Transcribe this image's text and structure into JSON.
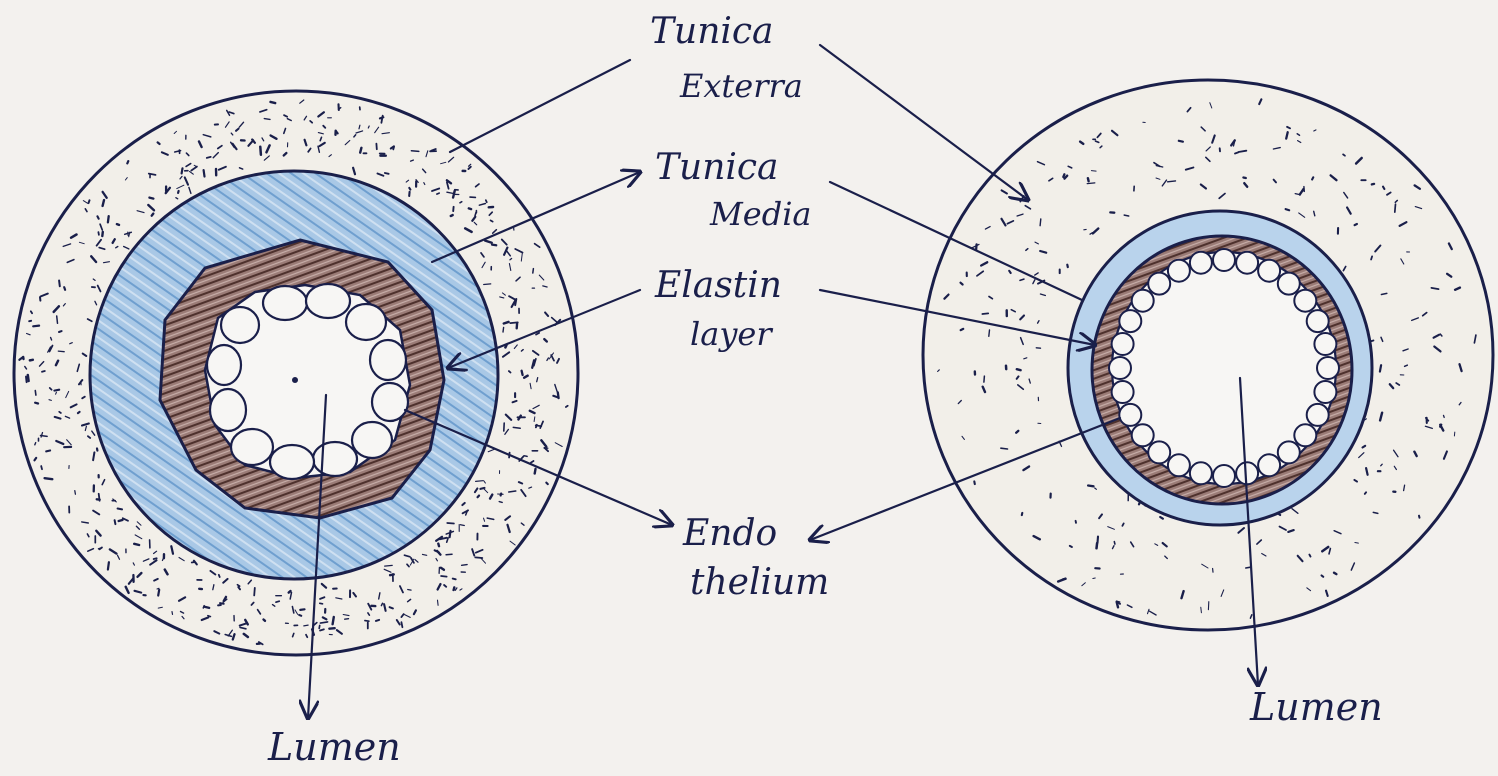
{
  "colors": {
    "ink": "#1a1f4a",
    "paper": "#f3f1ee",
    "media_blue": "#8fb6db",
    "media_blue_light": "#b9d3ec",
    "elastin_brown": "#6b4a44",
    "elastin_brown_light": "#a98a85",
    "lumen": "#f7f6f4"
  },
  "labels": {
    "tunica_externa_1": "Tunica",
    "tunica_externa_2": "Exterra",
    "tunica_media_1": "Tunica",
    "tunica_media_2": "Media",
    "elastin_1": "Elastin",
    "elastin_2": "layer",
    "endothelium_1": "Endo",
    "endothelium_2": "thelium",
    "lumen_left": "Lumen",
    "lumen_right": "Lumen"
  }
}
